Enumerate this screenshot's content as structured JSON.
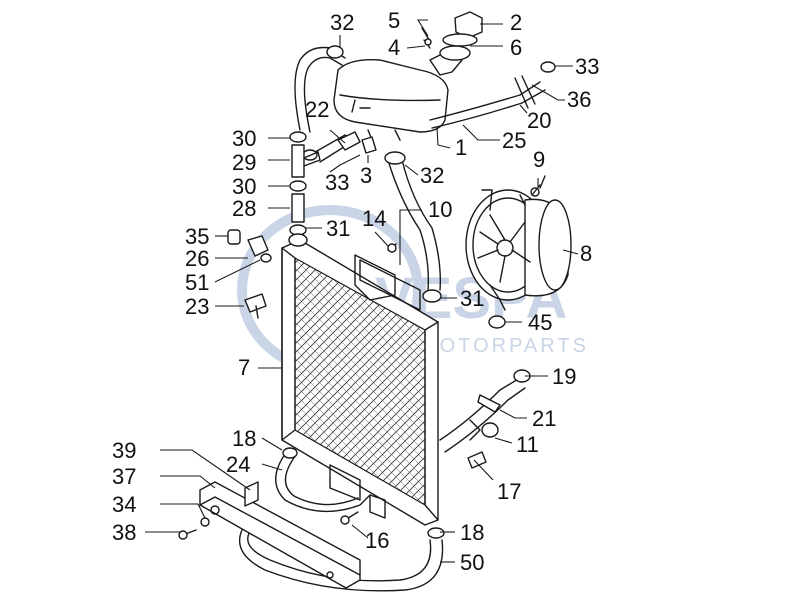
{
  "watermark": {
    "brand": "VESPA",
    "subtitle": "MOTORPARTS",
    "color": "#c9d4e6"
  },
  "callouts": {
    "c1": "1",
    "c2": "2",
    "c3": "3",
    "c4": "4",
    "c5": "5",
    "c6": "6",
    "c7": "7",
    "c8": "8",
    "c9": "9",
    "c10": "10",
    "c11": "11",
    "c14": "14",
    "c16": "16",
    "c17": "17",
    "c18a": "18",
    "c18b": "18",
    "c19": "19",
    "c20": "20",
    "c21": "21",
    "c22": "22",
    "c23": "23",
    "c24": "24",
    "c25": "25",
    "c26": "26",
    "c28": "28",
    "c29": "29",
    "c30a": "30",
    "c30b": "30",
    "c31a": "31",
    "c31b": "31",
    "c32a": "32",
    "c32b": "32",
    "c33a": "33",
    "c33b": "33",
    "c34": "34",
    "c35": "35",
    "c36": "36",
    "c37": "37",
    "c38": "38",
    "c39": "39",
    "c45": "45",
    "c50": "50",
    "c51": "51"
  }
}
